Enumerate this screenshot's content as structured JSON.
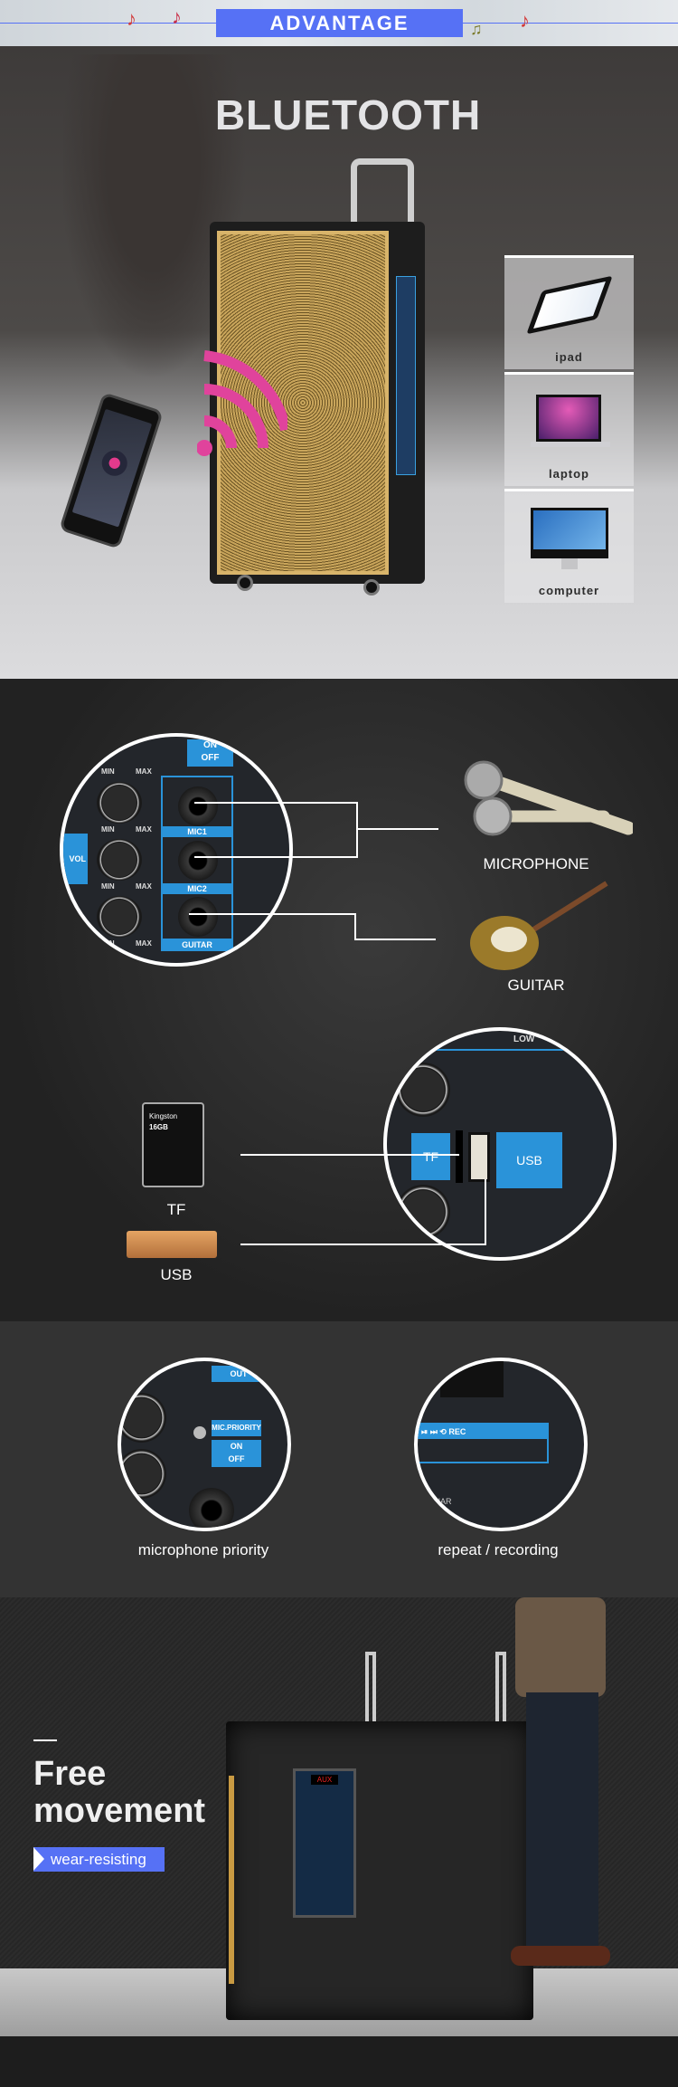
{
  "header": {
    "badge": "ADVANTAGE",
    "accent": "#5671f5"
  },
  "bluetooth": {
    "title": "BLUETOOTH",
    "devices": [
      {
        "label": "ipad",
        "icon": "tablet-icon"
      },
      {
        "label": "laptop",
        "icon": "laptop-icon"
      },
      {
        "label": "computer",
        "icon": "desktop-icon"
      }
    ],
    "wave_color": "#e0439c"
  },
  "inputs": {
    "panel_labels": {
      "on": "ON",
      "off": "OFF",
      "mic1": "MIC1",
      "mic2": "MIC2",
      "guitar": "GUITAR",
      "min": "MIN",
      "max": "MAX",
      "vol": "VOL",
      "tf": "TF",
      "usb": "USB",
      "low": "LOW"
    },
    "microphone": "MICROPHONE",
    "guitar": "GUITAR",
    "tf": "TF",
    "usb": "USB",
    "tf_card": {
      "brand": "Kingston",
      "capacity": "16GB"
    }
  },
  "features": [
    {
      "label": "microphone priority",
      "panel": {
        "tag": "MIC.PRIORITY",
        "on": "ON",
        "off": "OFF",
        "out": "OUT"
      }
    },
    {
      "label": "repeat / recording",
      "panel": {
        "rec": "REC",
        "char": "CHAR"
      }
    }
  ],
  "movement": {
    "title_line1": "Free",
    "title_line2": "movement",
    "tag": "wear-resisting",
    "display": "AUX"
  }
}
